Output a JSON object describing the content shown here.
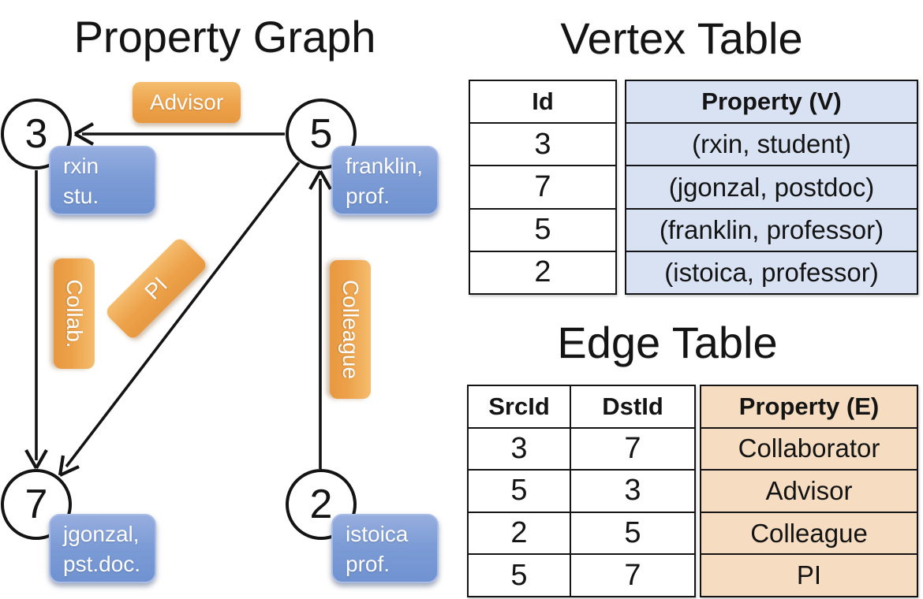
{
  "graph": {
    "title": "Property Graph",
    "nodes": [
      {
        "id": "3",
        "property": [
          "rxin",
          "stu."
        ]
      },
      {
        "id": "5",
        "property": [
          "franklin,",
          "prof."
        ]
      },
      {
        "id": "7",
        "property": [
          "jgonzal,",
          "pst.doc."
        ]
      },
      {
        "id": "2",
        "property": [
          "istoica",
          "prof."
        ]
      }
    ],
    "edges": [
      {
        "label": "Advisor",
        "from": "5",
        "to": "3"
      },
      {
        "label": "Collab.",
        "from": "3",
        "to": "7"
      },
      {
        "label": "PI",
        "from": "5",
        "to": "7"
      },
      {
        "label": "Colleague",
        "from": "2",
        "to": "5"
      }
    ]
  },
  "vertex_table": {
    "title": "Vertex Table",
    "columns": [
      "Id",
      "Property (V)"
    ],
    "rows": [
      [
        "3",
        "(rxin, student)"
      ],
      [
        "7",
        "(jgonzal, postdoc)"
      ],
      [
        "5",
        "(franklin, professor)"
      ],
      [
        "2",
        "(istoica, professor)"
      ]
    ]
  },
  "edge_table": {
    "title": "Edge Table",
    "columns": [
      "SrcId",
      "DstId",
      "Property (E)"
    ],
    "rows": [
      [
        "3",
        "7",
        "Collaborator"
      ],
      [
        "5",
        "3",
        "Advisor"
      ],
      [
        "2",
        "5",
        "Colleague"
      ],
      [
        "5",
        "7",
        "PI"
      ]
    ]
  },
  "colors": {
    "background": "#ffffff",
    "line": "#141414",
    "node_label_fill": "#7d9cd6",
    "edge_label_fill": "#eda24a",
    "vertex_property_fill": "#d9e2f3",
    "edge_property_fill": "#f6ddc2"
  }
}
